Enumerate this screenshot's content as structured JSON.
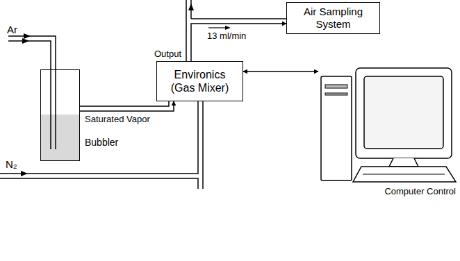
{
  "diagram": {
    "nodes": [
      {
        "text": [
          "Bubbler"
        ]
      },
      {
        "text": [
          "Environics (Gas Mixer)"
        ]
      },
      {
        "text": [
          "Air Sampling System"
        ]
      },
      {
        "text": [
          "Computer Control"
        ]
      }
    ],
    "edges": [
      {
        "from": 0,
        "to": 1,
        "label": "Saturated Vapor",
        "arrow": "to"
      },
      {
        "from": 1,
        "to": 2,
        "label": "13 ml/min",
        "arrow": "to"
      },
      {
        "from": 1,
        "to": 3,
        "arrow": "both"
      }
    ],
    "labels": [
      "Ar",
      "N₂",
      "Output"
    ]
  }
}
